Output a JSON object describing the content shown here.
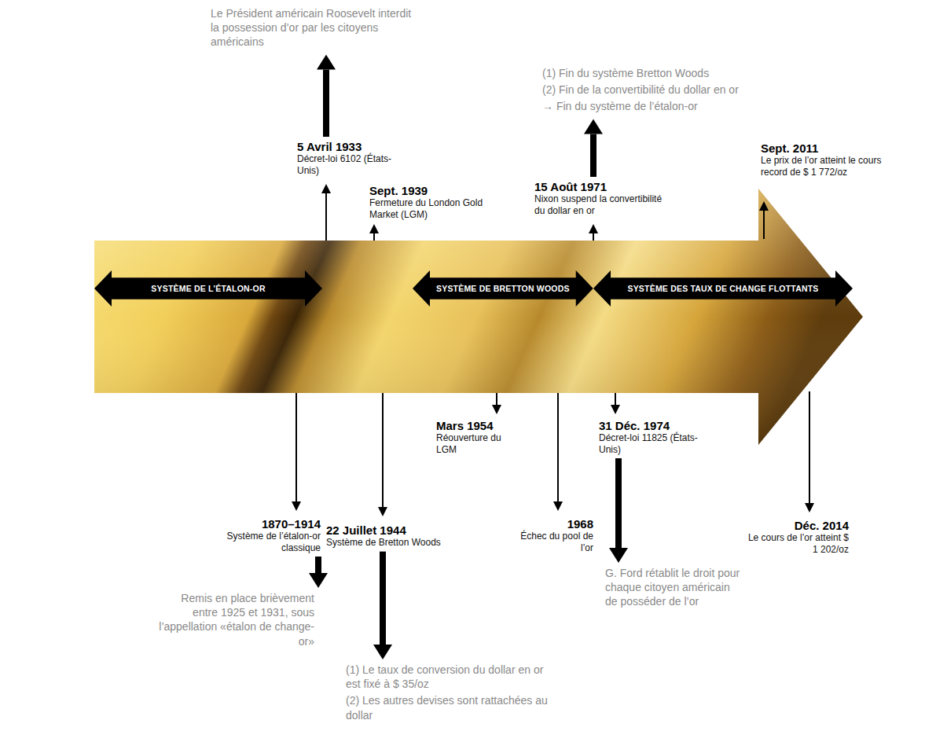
{
  "diagram": {
    "nodes": [
      {
        "text": [
          "Le Président américain Roosevelt interdit la possession d’or par les citoyens américains"
        ]
      },
      {
        "text": [
          "5 Avril 1933",
          "Décret-loi 6102 (États-Unis)"
        ]
      },
      {
        "text": [
          "Sept. 1939",
          "Fermeture du London Gold Market (LGM)"
        ]
      },
      {
        "text": [
          "(1) Fin du système Bretton Woods",
          "(2) Fin de la convertibilité du dollar en or",
          "→ Fin du système de l’étalon-or"
        ]
      },
      {
        "text": [
          "15 Août 1971",
          "Nixon suspend la convertibilité du dollar en or"
        ]
      },
      {
        "text": [
          "Sept. 2011",
          "Le prix de l’or atteint le cours record de $ 1 772/oz"
        ]
      },
      {
        "text": [
          "SYSTÈME DE L’ÉTALON-OR"
        ]
      },
      {
        "text": [
          "SYSTÈME DE BRETTON WOODS"
        ]
      },
      {
        "text": [
          "SYSTÈME DES TAUX DE CHANGE FLOTTANTS"
        ]
      },
      {
        "text": [
          "1870–1914",
          "Système de l’étalon-or classique"
        ]
      },
      {
        "text": [
          "22 Juillet 1944",
          "Système de Bretton Woods"
        ]
      },
      {
        "text": [
          "Mars 1954",
          "Réouverture du LGM"
        ]
      },
      {
        "text": [
          "1968",
          "Échec du pool de l’or"
        ]
      },
      {
        "text": [
          "31 Déc. 1974",
          "Décret-loi 11825 (États-Unis)"
        ]
      },
      {
        "text": [
          "Déc. 2014",
          "Le cours de l’or atteint $ 1 202/oz"
        ]
      },
      {
        "text": [
          "Remis en place brièvement entre 1925 et 1931, sous l’appellation «étalon de change-or»"
        ]
      },
      {
        "text": [
          "(1) Le taux de conversion du dollar en or est fixé à $ 35/oz",
          "(2) Les autres devises sont rattachées au dollar"
        ]
      },
      {
        "text": [
          "G. Ford rétablit le droit pour chaque citoyen américain de posséder de l’or"
        ]
      }
    ],
    "edges": [
      {
        "from": 1,
        "to": 0,
        "arrow": "to"
      },
      {
        "from": 4,
        "to": 3,
        "arrow": "to"
      },
      {
        "from": 9,
        "to": 15,
        "arrow": "to"
      },
      {
        "from": 10,
        "to": 16,
        "arrow": "to"
      },
      {
        "from": 13,
        "to": 17,
        "arrow": "to"
      }
    ]
  }
}
